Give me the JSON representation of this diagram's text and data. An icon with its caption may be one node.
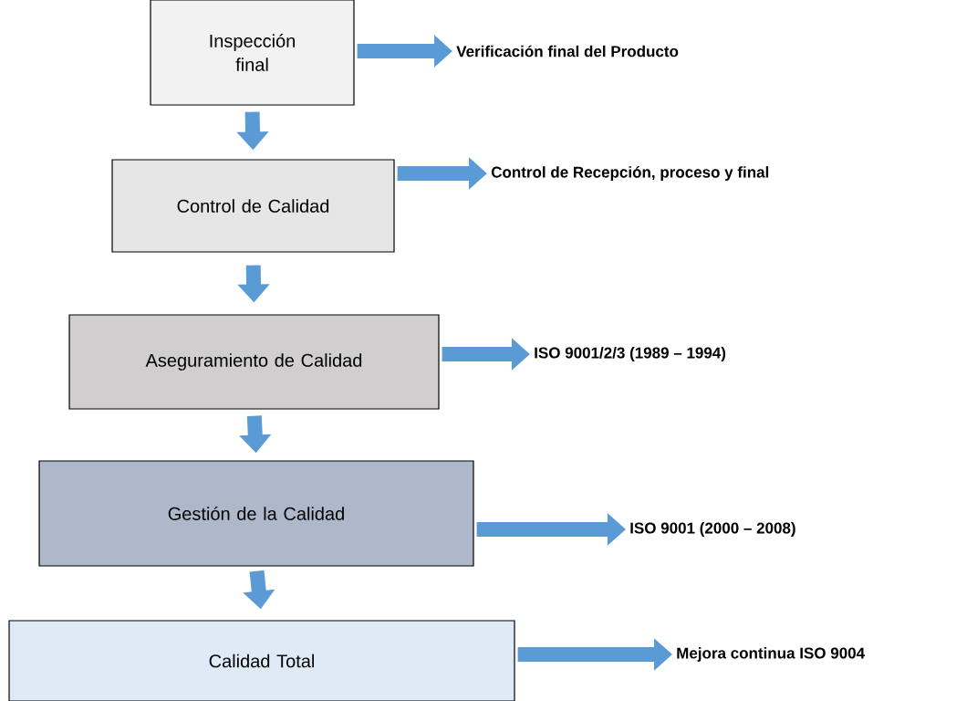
{
  "diagram": {
    "nodes": [
      {
        "text": [
          "Inspección final"
        ]
      },
      {
        "text": [
          "Control de Calidad"
        ]
      },
      {
        "text": [
          "Aseguramiento de Calidad"
        ]
      },
      {
        "text": [
          "Gestión de la Calidad"
        ]
      },
      {
        "text": [
          "Calidad Total"
        ]
      },
      {
        "text": [
          "Verificación final del Producto"
        ]
      },
      {
        "text": [
          "Control de Recepción, proceso y final"
        ]
      },
      {
        "text": [
          "ISO 9001/2/3 (1989 – 1994)"
        ]
      },
      {
        "text": [
          "ISO 9001 (2000 – 2008)"
        ]
      },
      {
        "text": [
          "Mejora continua ISO 9004"
        ]
      }
    ],
    "edges": [
      {
        "from": 0,
        "to": 1,
        "arrow": "to"
      },
      {
        "from": 1,
        "to": 2,
        "arrow": "to"
      },
      {
        "from": 2,
        "to": 3,
        "arrow": "to"
      },
      {
        "from": 3,
        "to": 4,
        "arrow": "to"
      },
      {
        "from": 0,
        "to": 5,
        "arrow": "to"
      },
      {
        "from": 1,
        "to": 6,
        "arrow": "to"
      },
      {
        "from": 2,
        "to": 7,
        "arrow": "to"
      },
      {
        "from": 3,
        "to": 8,
        "arrow": "to"
      },
      {
        "from": 4,
        "to": 9,
        "arrow": "to"
      }
    ]
  }
}
